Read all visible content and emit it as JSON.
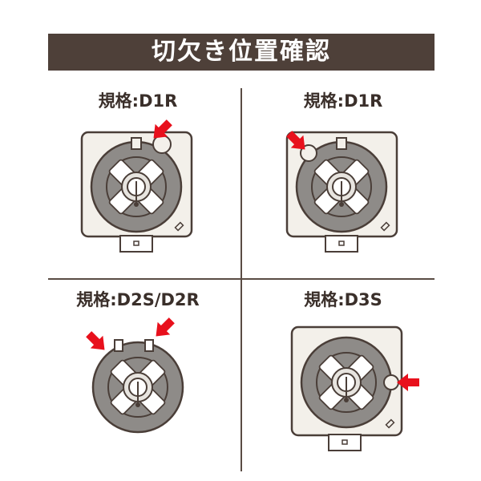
{
  "title": "切欠き位置確認",
  "panels": [
    {
      "label": "規格:D1R"
    },
    {
      "label": "規格:D1R"
    },
    {
      "label": "規格:D2S/D2R"
    },
    {
      "label": "規格:D3S"
    }
  ],
  "colors": {
    "banner": "#4e4039",
    "bulb_gray": "#8e8b88",
    "outline": "#4a3e38",
    "arrow_red": "#e8101c",
    "inner_ring": "#f3f0ea"
  }
}
